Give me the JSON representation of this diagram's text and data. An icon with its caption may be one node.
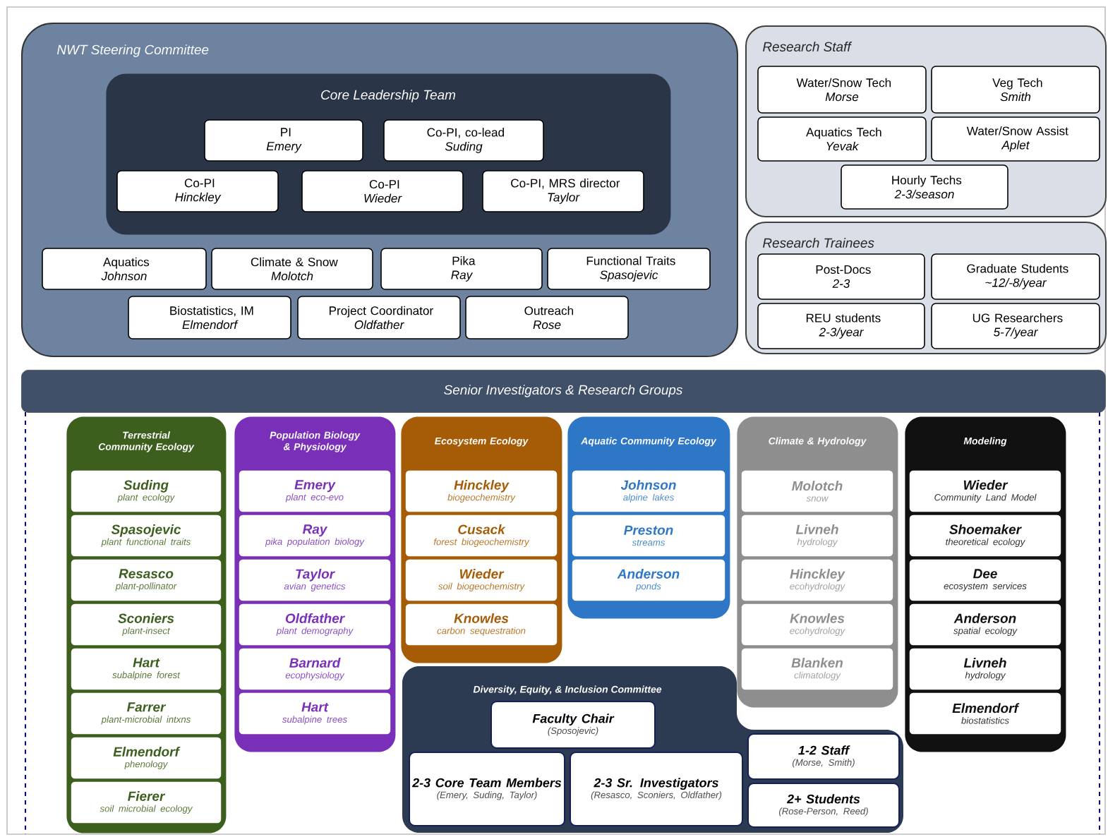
{
  "diagram": {
    "nodes": [
      {
        "text": [
          "NWT Steering Committee"
        ]
      },
      {
        "text": [
          "Core Leadership Team"
        ],
        "in": 0
      },
      {
        "text": [
          "PI",
          "Emery"
        ],
        "in": 1
      },
      {
        "text": [
          "Co-PI, co-lead",
          "Suding"
        ],
        "in": 1
      },
      {
        "text": [
          "Co-PI",
          "Hinckley"
        ],
        "in": 1
      },
      {
        "text": [
          "Co-PI",
          "Wieder"
        ],
        "in": 1
      },
      {
        "text": [
          "Co-PI, MRS director",
          "Taylor"
        ],
        "in": 1
      },
      {
        "text": [
          "Aquatics",
          "Johnson"
        ],
        "in": 0
      },
      {
        "text": [
          "Climate & Snow",
          "Molotch"
        ],
        "in": 0
      },
      {
        "text": [
          "Pika",
          "Ray"
        ],
        "in": 0
      },
      {
        "text": [
          "Functional Traits",
          "Spasojevic"
        ],
        "in": 0
      },
      {
        "text": [
          "Biostatistics, IM",
          "Elmendorf"
        ],
        "in": 0
      },
      {
        "text": [
          "Project Coordinator",
          "Oldfather"
        ],
        "in": 0
      },
      {
        "text": [
          "Outreach",
          "Rose"
        ],
        "in": 0
      },
      {
        "text": [
          "Research Staff"
        ]
      },
      {
        "text": [
          "Water/Snow Tech",
          "Morse"
        ],
        "in": 14
      },
      {
        "text": [
          "Veg Tech",
          "Smith"
        ],
        "in": 14
      },
      {
        "text": [
          "Aquatics Tech",
          "Yevak"
        ],
        "in": 14
      },
      {
        "text": [
          "Water/Snow Assist",
          "Aplet"
        ],
        "in": 14
      },
      {
        "text": [
          "Hourly Techs",
          "2-3/season"
        ],
        "in": 14
      },
      {
        "text": [
          "Research Trainees"
        ]
      },
      {
        "text": [
          "Post-Docs",
          "2-3"
        ],
        "in": 20
      },
      {
        "text": [
          "Graduate Students",
          "~12/-8/year"
        ],
        "in": 20
      },
      {
        "text": [
          "REU students",
          "2-3/year"
        ],
        "in": 20
      },
      {
        "text": [
          "UG Researchers",
          "5-7/year"
        ],
        "in": 20
      },
      {
        "text": [
          "Senior Investigators & Research Groups"
        ]
      },
      {
        "text": [
          "Terrestrial Community Ecology"
        ]
      },
      {
        "text": [
          "Suding",
          "plant ecology"
        ],
        "in": 26
      },
      {
        "text": [
          "Spasojevic",
          "plant functional traits"
        ],
        "in": 26
      },
      {
        "text": [
          "Resasco",
          "plant-pollinator"
        ],
        "in": 26
      },
      {
        "text": [
          "Sconiers",
          "plant-insect"
        ],
        "in": 26
      },
      {
        "text": [
          "Hart",
          "subalpine forest"
        ],
        "in": 26
      },
      {
        "text": [
          "Farrer",
          "plant-microbial intxns"
        ],
        "in": 26
      },
      {
        "text": [
          "Elmendorf",
          "phenology"
        ],
        "in": 26
      },
      {
        "text": [
          "Fierer",
          "soil microbial ecology"
        ],
        "in": 26
      },
      {
        "text": [
          "Population Biology & Physiology"
        ]
      },
      {
        "text": [
          "Emery",
          "plant eco-evo"
        ],
        "in": 35
      },
      {
        "text": [
          "Ray",
          "pika population biology"
        ],
        "in": 35
      },
      {
        "text": [
          "Taylor",
          "avian genetics"
        ],
        "in": 35
      },
      {
        "text": [
          "Oldfather",
          "plant demography"
        ],
        "in": 35
      },
      {
        "text": [
          "Barnard",
          "ecophysiology"
        ],
        "in": 35
      },
      {
        "text": [
          "Hart",
          "subalpine trees"
        ],
        "in": 35
      },
      {
        "text": [
          "Ecosystem Ecology"
        ]
      },
      {
        "text": [
          "Hinckley",
          "biogeochemistry"
        ],
        "in": 42
      },
      {
        "text": [
          "Cusack",
          "forest biogeochemistry"
        ],
        "in": 42
      },
      {
        "text": [
          "Wieder",
          "soil biogeochemistry"
        ],
        "in": 42
      },
      {
        "text": [
          "Knowles",
          "carbon sequestration"
        ],
        "in": 42
      },
      {
        "text": [
          "Aquatic Community Ecology"
        ]
      },
      {
        "text": [
          "Johnson",
          "alpine lakes"
        ],
        "in": 47
      },
      {
        "text": [
          "Preston",
          "streams"
        ],
        "in": 47
      },
      {
        "text": [
          "Anderson",
          "ponds"
        ],
        "in": 47
      },
      {
        "text": [
          "Climate & Hydrology"
        ]
      },
      {
        "text": [
          "Molotch",
          "snow"
        ],
        "in": 51
      },
      {
        "text": [
          "Livneh",
          "hydrology"
        ],
        "in": 51
      },
      {
        "text": [
          "Hinckley",
          "ecohydrology"
        ],
        "in": 51
      },
      {
        "text": [
          "Knowles",
          "ecohydrology"
        ],
        "in": 51
      },
      {
        "text": [
          "Blanken",
          "climatology"
        ],
        "in": 51
      },
      {
        "text": [
          "Modeling"
        ]
      },
      {
        "text": [
          "Wieder",
          "Community Land Model"
        ],
        "in": 57
      },
      {
        "text": [
          "Shoemaker",
          "theoretical ecology"
        ],
        "in": 57
      },
      {
        "text": [
          "Dee",
          "ecosystem services"
        ],
        "in": 57
      },
      {
        "text": [
          "Anderson",
          "spatial ecology"
        ],
        "in": 57
      },
      {
        "text": [
          "Livneh",
          "hydrology"
        ],
        "in": 57
      },
      {
        "text": [
          "Elmendorf",
          "biostatistics"
        ],
        "in": 57
      },
      {
        "text": [
          "Diversity, Equity, & Inclusion Committee"
        ]
      },
      {
        "text": [
          "Faculty Chair",
          "(Sposojevic)"
        ],
        "in": 64
      },
      {
        "text": [
          "2-3 Core Team Members",
          "(Emery, Suding, Taylor)"
        ],
        "in": 64
      },
      {
        "text": [
          "2-3 Sr. Investigators",
          "(Resasco, Sconiers, Oldfather)"
        ],
        "in": 64
      },
      {
        "text": [
          "1-2 Staff",
          "(Morse, Smith)"
        ],
        "in": 64
      },
      {
        "text": [
          "2+ Students",
          "(Rose-Person, Reed)"
        ],
        "in": 64
      }
    ]
  }
}
